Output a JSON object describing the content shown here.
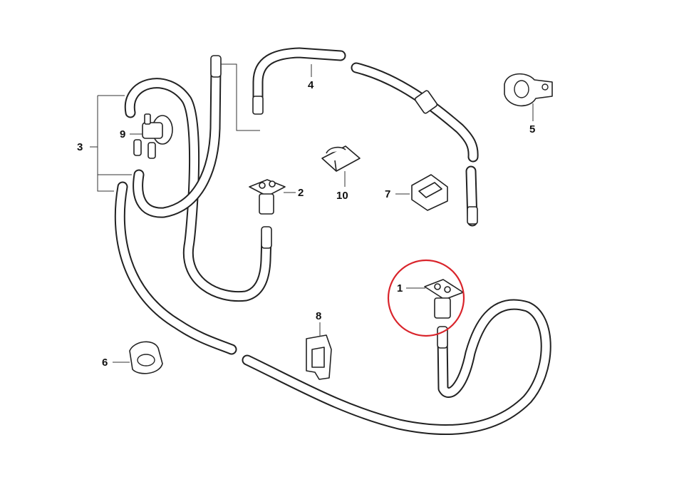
{
  "diagram": {
    "callouts": [
      {
        "id": "1",
        "label": "1"
      },
      {
        "id": "2",
        "label": "2"
      },
      {
        "id": "3",
        "label": "3"
      },
      {
        "id": "4",
        "label": "4"
      },
      {
        "id": "5",
        "label": "5"
      },
      {
        "id": "6",
        "label": "6"
      },
      {
        "id": "7",
        "label": "7"
      },
      {
        "id": "8",
        "label": "8"
      },
      {
        "id": "9",
        "label": "9"
      },
      {
        "id": "10",
        "label": "10"
      }
    ],
    "highlight": {
      "target": "1",
      "color": "#d9242b"
    },
    "line_color": "#222222"
  }
}
